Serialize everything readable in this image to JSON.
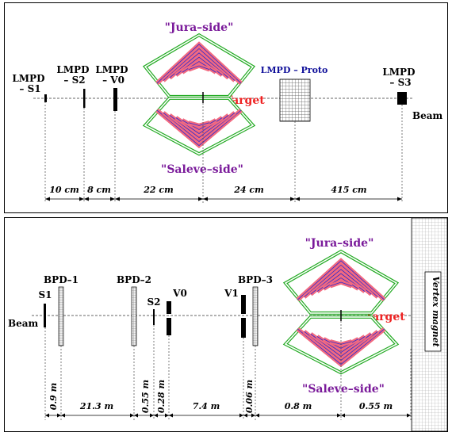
{
  "top": {
    "lmpd_s1": [
      "LMPD",
      "– S1"
    ],
    "lmpd_s2": [
      "LMPD",
      "– S2"
    ],
    "lmpd_v0": [
      "LMPD",
      "– V0"
    ],
    "lmpd_s3": [
      "LMPD",
      "– S3"
    ],
    "lmpd_proto": "LMPD – Proto",
    "jura": "\"Jura–side\"",
    "saleve": "\"Saleve–side\"",
    "target": "Target",
    "beam": "Beam",
    "distances": [
      "10 cm",
      "8 cm",
      "22 cm",
      "24 cm",
      "415 cm"
    ]
  },
  "bottom": {
    "s1": "S1",
    "bpd1": "BPD–1",
    "bpd2": "BPD–2",
    "s2": "S2",
    "v0": "V0",
    "v1": "V1",
    "bpd3": "BPD–3",
    "jura": "\"Jura–side\"",
    "saleve": "\"Saleve–side\"",
    "target": "Target",
    "beam": "Beam",
    "vertex_magnet": "Vertex magnet",
    "distances": [
      "0.9 m",
      "21.3 m",
      "0.55 m",
      "0.28 m",
      "7.4 m",
      "0.06 m",
      "0.8 m",
      "0.55 m"
    ]
  },
  "colors": {
    "module_outline": "#22aa22",
    "strip_fill": "#f26a80",
    "strip_line": "#2a2ad0",
    "side_label": "#7a1a9a",
    "target_label": "#ee2222",
    "proto_label": "#10109a"
  }
}
